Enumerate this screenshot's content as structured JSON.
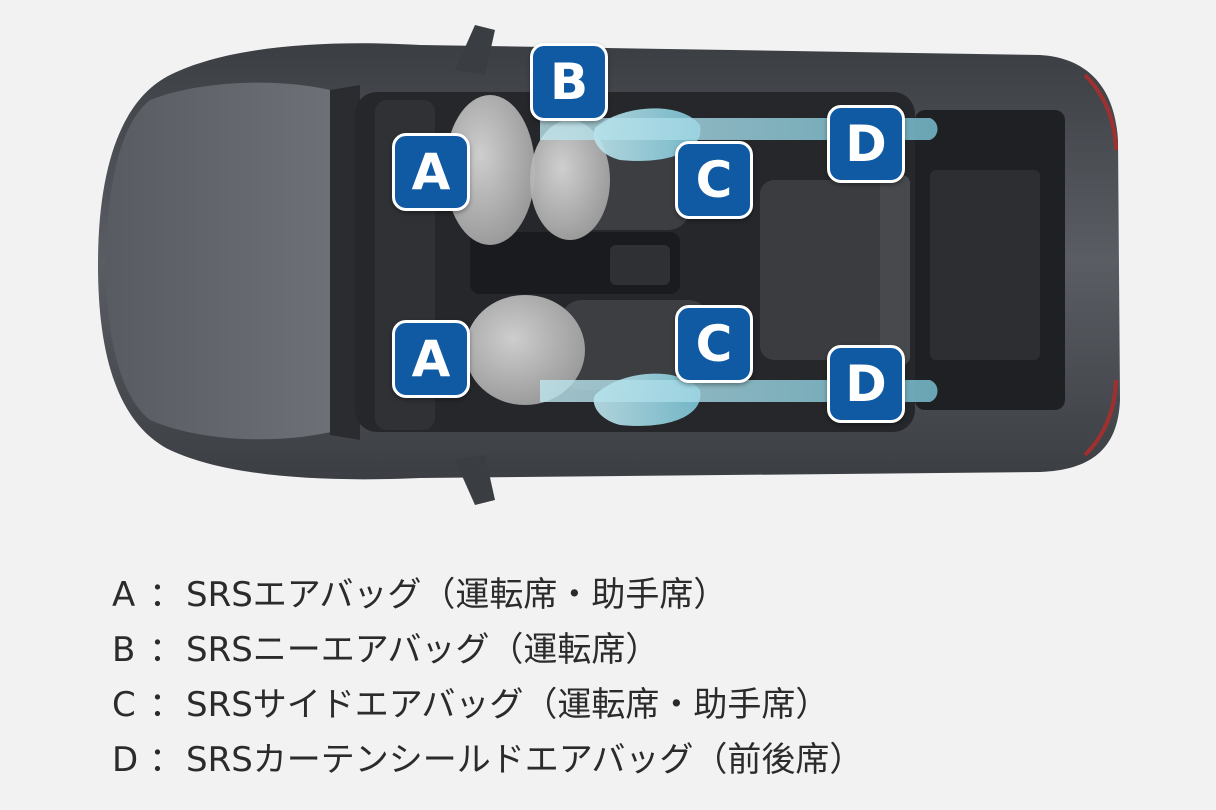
{
  "markers": {
    "a_driver": "A",
    "a_passenger": "A",
    "b": "B",
    "c_driver": "C",
    "c_passenger": "C",
    "d_driver": "D",
    "d_passenger": "D"
  },
  "legend": [
    {
      "key": "A",
      "separator": "：",
      "text": "SRSエアバッグ（運転席・助手席）"
    },
    {
      "key": "B",
      "separator": "：",
      "text": "SRSニーエアバッグ（運転席）"
    },
    {
      "key": "C",
      "separator": "：",
      "text": "SRSサイドエアバッグ（運転席・助手席）"
    },
    {
      "key": "D",
      "separator": "：",
      "text": "SRSカーテンシールドエアバッグ（前後席）"
    }
  ],
  "colors": {
    "marker_fill": "#0f5aa3",
    "airbag": "#8fd0df",
    "car_body": "#4a4d52",
    "background": "#f2f2f2"
  }
}
